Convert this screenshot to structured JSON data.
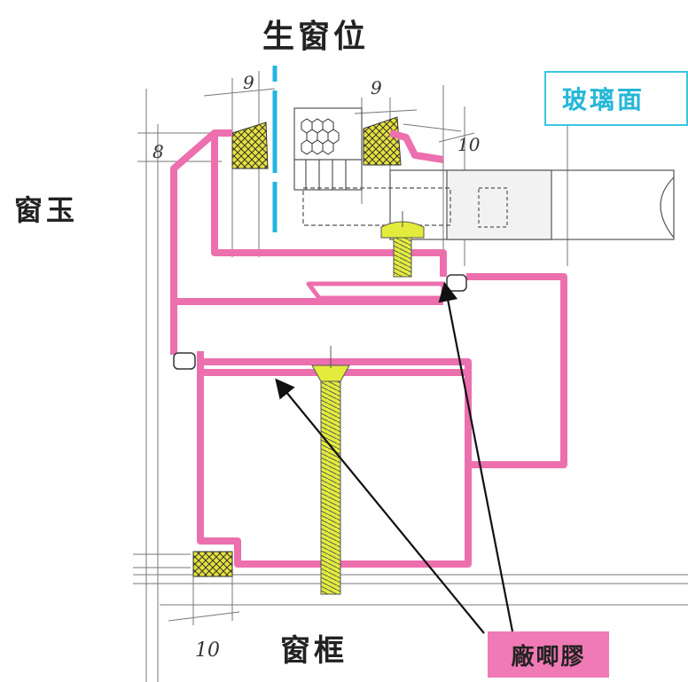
{
  "labels": {
    "top_title": "生窗位",
    "left_label": "窗玉",
    "bottom_label": "窗框",
    "glass_face": "玻璃面",
    "sealant": "廠唧膠"
  },
  "dimensions": {
    "top_left": "9",
    "top_center": "9",
    "left_side": "8",
    "right_side": "10",
    "bottom": "10"
  },
  "colors": {
    "frame_pink": "#ec6fae",
    "screw_yellow": "#e3ec3c",
    "guide_blue": "#22b6e0",
    "crosshatch_yellow": "#e6e23c",
    "sealant_box": "#f07ab6"
  }
}
